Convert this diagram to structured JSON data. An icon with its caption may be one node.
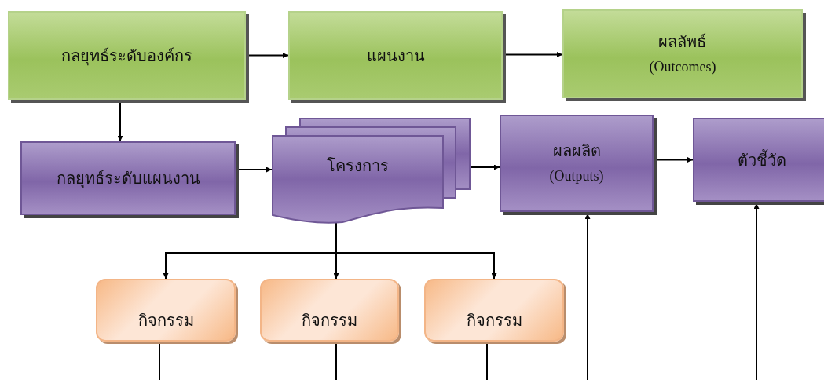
{
  "diagram": {
    "nodes": [
      {
        "text": [
          "กลยุทธ์ระดับองค์กร"
        ]
      },
      {
        "text": [
          "แผนงาน"
        ]
      },
      {
        "text": [
          "ผลลัพธ์",
          "(Outcomes)"
        ]
      },
      {
        "text": [
          "กลยุทธ์ระดับแผนงาน"
        ]
      },
      {
        "text": [
          "โครงการ"
        ]
      },
      {
        "text": [
          "ผลผลิต",
          "(Outputs)"
        ]
      },
      {
        "text": [
          "ตัวชี้วัด"
        ]
      },
      {
        "text": [
          "กิจกรรม"
        ]
      },
      {
        "text": [
          "กิจกรรม"
        ]
      },
      {
        "text": [
          "กิจกรรม"
        ]
      }
    ],
    "edges": [
      {
        "from": 0,
        "to": 1,
        "arrow": "to"
      },
      {
        "from": 1,
        "to": 2,
        "arrow": "to"
      },
      {
        "from": 0,
        "to": 3,
        "arrow": "to"
      },
      {
        "from": 3,
        "to": 4,
        "arrow": "to"
      },
      {
        "from": 4,
        "to": 5,
        "arrow": "to"
      },
      {
        "from": 5,
        "to": 6,
        "arrow": "to"
      },
      {
        "from": 4,
        "to": 7,
        "arrow": "to"
      },
      {
        "from": 4,
        "to": 8,
        "arrow": "to"
      },
      {
        "from": 4,
        "to": 9,
        "arrow": "to"
      },
      {
        "from": 7,
        "to": null,
        "arrow": "none"
      },
      {
        "from": 8,
        "to": null,
        "arrow": "none"
      },
      {
        "from": 9,
        "to": null,
        "arrow": "none"
      },
      {
        "from": null,
        "to": 5,
        "arrow": "to"
      },
      {
        "from": null,
        "to": 6,
        "arrow": "to"
      }
    ]
  }
}
